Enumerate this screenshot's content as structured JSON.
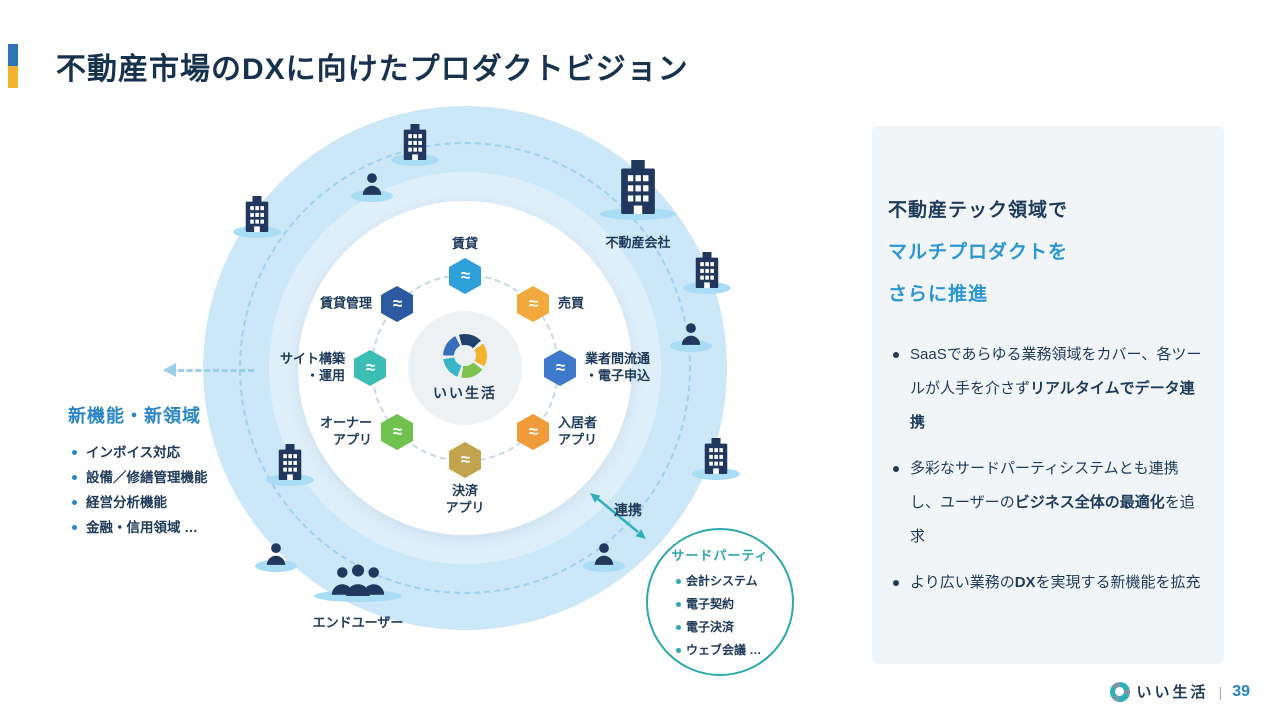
{
  "slide": {
    "title": "不動産市場のDXに向けたプロダクトビジョン"
  },
  "colors": {
    "accent_blue": "#2A86C8",
    "panel_accent_blue": "#2B96D1",
    "dark_navy": "#1E3A5A",
    "teal": "#2EA8AC",
    "ring_outer": "#CBE7F8",
    "ring_middle": "#DFEFFA",
    "title_accent_top": "#2E75B6",
    "title_accent_bottom": "#F2B32E"
  },
  "icons": {
    "wave_glyph": "≈"
  },
  "diagram": {
    "center": {
      "label": "いい生活"
    },
    "products": [
      {
        "label": "賃貸",
        "color": "#2D9FD9"
      },
      {
        "label": "売買",
        "color": "#F2A93B"
      },
      {
        "label": "業者間流通\n・電子申込",
        "color": "#3E7ACC"
      },
      {
        "label": "入居者\nアプリ",
        "color": "#EF9B3A"
      },
      {
        "label": "決済\nアプリ",
        "color": "#C2A44E"
      },
      {
        "label": "オーナー\nアプリ",
        "color": "#6FC24E"
      },
      {
        "label": "サイト構築\n・運用",
        "color": "#3BBCB4"
      },
      {
        "label": "賃貸管理",
        "color": "#2B5AA0"
      }
    ],
    "labels": {
      "company": "不動産会社",
      "end_user": "エンドユーザー",
      "link": "連携"
    },
    "third_party": {
      "title": "サードパーティ",
      "items": [
        "会計システム",
        "電子契約",
        "電子決済",
        "ウェブ会議 …"
      ]
    }
  },
  "new_features": {
    "title": "新機能・新領域",
    "items": [
      "インボイス対応",
      "設備／修繕管理機能",
      "経営分析機能",
      "金融・信用領域 …"
    ]
  },
  "right_panel": {
    "heading": [
      {
        "text": "不動産テック領域で",
        "accent": false
      },
      {
        "text": "マルチプロダクトを",
        "accent": true
      },
      {
        "text": "さらに推進",
        "accent": true
      }
    ],
    "bullets": [
      {
        "pre": "SaaSであらゆる業務領域をカバー、各ツールが人手を介さず",
        "bold": "リアルタイムでデータ連携",
        "post": ""
      },
      {
        "pre": "多彩なサードパーティシステムとも連携し、ユーザーの",
        "bold": "ビジネス全体の最適化",
        "post": "を追求"
      },
      {
        "pre": "より広い業務の",
        "bold": "DX",
        "post": "を実現する新機能を拡充"
      }
    ]
  },
  "footer": {
    "brand": "いい生活",
    "divider": "|",
    "page": "39"
  }
}
